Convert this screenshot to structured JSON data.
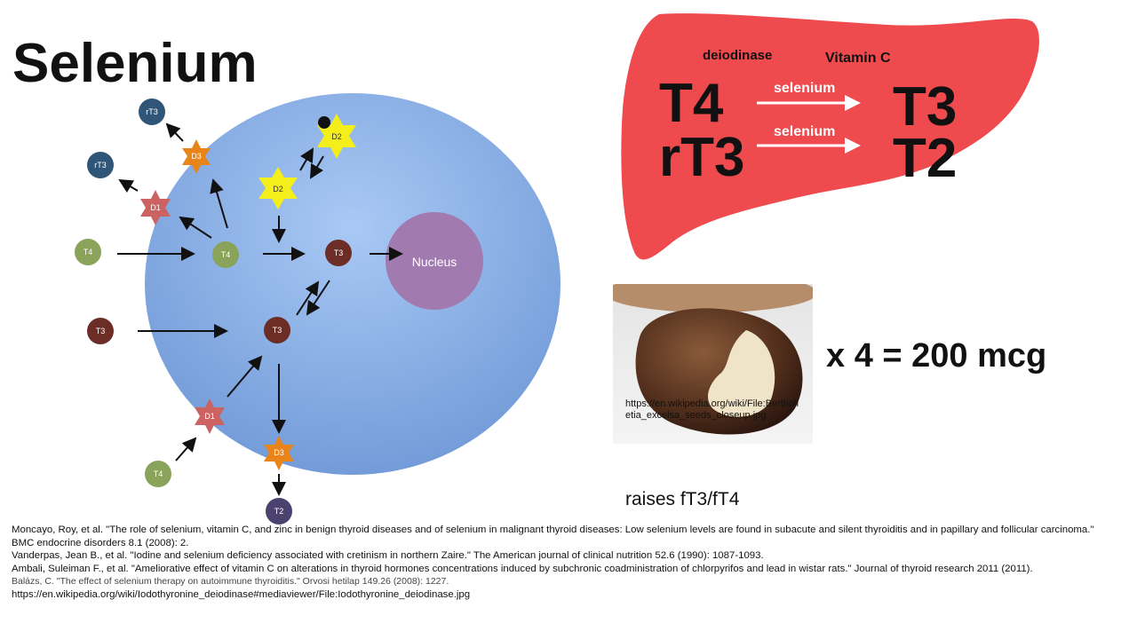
{
  "title": "Selenium",
  "cell": {
    "nucleus_label": "Nucleus",
    "nodes": {
      "rt3_top": "rT3",
      "rt3_left": "rT3",
      "d3_top": "D3",
      "d1_left": "D1",
      "d2_top": "D2",
      "d2_mid": "D2",
      "t4_outer": "T4",
      "t4_inner": "T4",
      "t3_upper": "T3",
      "t3_outer": "T3",
      "t3_lower": "T3",
      "d1_bottom": "D1",
      "t4_bottom": "T4",
      "d3_bottom": "D3",
      "t2_bottom": "T2"
    }
  },
  "liver": {
    "label_deiodinase": "deiodinase",
    "label_vitamin_c": "Vitamin C",
    "t4": "T4",
    "rt3": "rT3",
    "t3": "T3",
    "t2": "T2",
    "arrow_label_1": "selenium",
    "arrow_label_2": "selenium"
  },
  "photo": {
    "caption": "https://en.wikipedia.org/wiki/File:Bertholletia_excelsa_seeds_closeup.jpg"
  },
  "multiplier": "x 4 = 200 mcg",
  "note": "raises fT3/fT4",
  "references": [
    "Moncayo, Roy, et al. \"The role of selenium, vitamin C, and zinc in benign thyroid diseases and of selenium in malignant thyroid diseases: Low selenium levels are found in subacute and silent thyroiditis and in papillary and follicular carcinoma.\" BMC endocrine disorders 8.1 (2008): 2.",
    "Vanderpas, Jean B., et al. \"Iodine and selenium deficiency associated with cretinism in northern Zaire.\" The American journal of clinical nutrition 52.6 (1990): 1087-1093.",
    "Ambali, Suleiman F., et al. \"Ameliorative effect of vitamin C on alterations in thyroid hormones concentrations induced by subchronic coadministration of chlorpyrifos and lead in wistar rats.\" Journal of thyroid research 2011 (2011).",
    "Balázs, C. \"The effect of selenium therapy on autoimmune thyroiditis.\" Orvosi hetilap 149.26 (2008): 1227.",
    "https://en.wikipedia.org/wiki/Iodothyronine_deiodinase#mediaviewer/File:Iodothyronine_deiodinase.jpg"
  ],
  "colors": {
    "cell": "#8fb6ea",
    "nucleus": "#a17ab0",
    "t4_node": "#8aa35a",
    "t3_node": "#6b2d26",
    "rt3_node": "#2f5678",
    "t2_node": "#4c4270",
    "d1_star": "#cc6262",
    "d2_star": "#f4ee1a",
    "d3_star": "#e8841a",
    "liver": "#ef4a4e"
  }
}
